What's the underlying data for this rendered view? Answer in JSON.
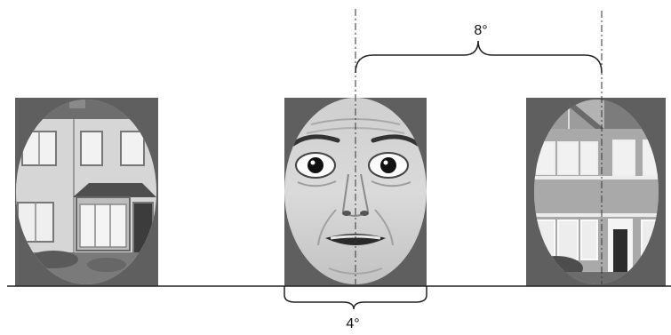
{
  "labels": {
    "top_angle": "8°",
    "bottom_angle": "4°"
  },
  "stimuli": [
    {
      "id": "house-left",
      "kind": "house photograph (semi-detached, bay window)"
    },
    {
      "id": "face-center",
      "kind": "fearful face photograph"
    },
    {
      "id": "house-right",
      "kind": "house photograph (terraced, bay window)"
    }
  ],
  "colors": {
    "panel_background": "#5f5f5f",
    "line": "#222222",
    "brick": "#b3b3b3",
    "skin": "#d4d4d4"
  }
}
